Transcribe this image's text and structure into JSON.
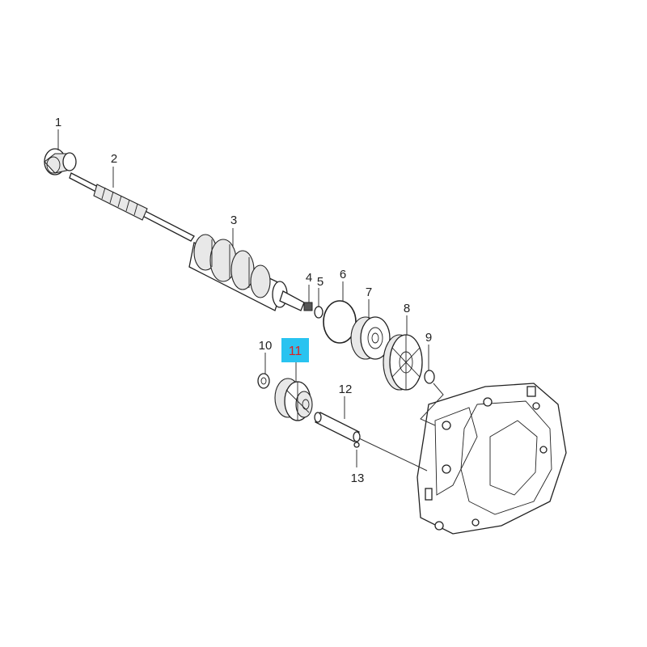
{
  "callouts": [
    {
      "id": "1",
      "label": "1"
    },
    {
      "id": "2",
      "label": "2"
    },
    {
      "id": "3",
      "label": "3"
    },
    {
      "id": "4",
      "label": "4"
    },
    {
      "id": "5",
      "label": "5"
    },
    {
      "id": "6",
      "label": "6"
    },
    {
      "id": "7",
      "label": "7"
    },
    {
      "id": "8",
      "label": "8"
    },
    {
      "id": "9",
      "label": "9"
    },
    {
      "id": "10",
      "label": "10"
    },
    {
      "id": "11",
      "label": "11"
    },
    {
      "id": "12",
      "label": "12"
    },
    {
      "id": "13",
      "label": "13"
    }
  ],
  "highlight": {
    "part": "11",
    "box_color": "#29c3f0",
    "text_color": "#d22222"
  }
}
